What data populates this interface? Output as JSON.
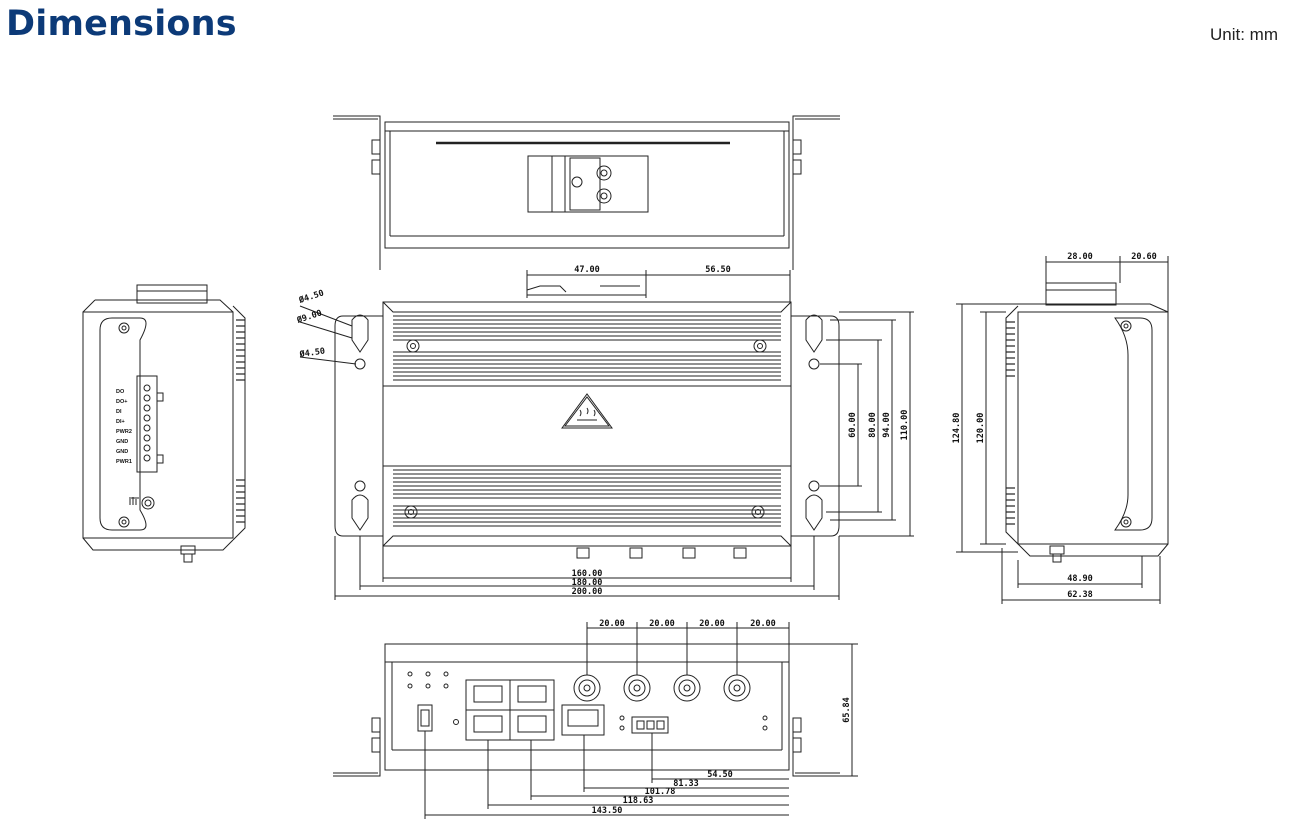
{
  "header": {
    "title": "Dimensions",
    "unit": "Unit: mm"
  },
  "front_view": {
    "hole_labels": [
      "Ø4.50",
      "Ø9.00",
      "Ø4.50"
    ],
    "top_dims": [
      "47.00",
      "56.50"
    ],
    "bottom_dims": [
      "160.00",
      "180.00",
      "200.00"
    ],
    "right_dims": [
      "60.00",
      "80.00",
      "94.00",
      "110.00"
    ]
  },
  "side_left_view": {
    "terminal_labels": [
      "DO",
      "DO+",
      "DI",
      "DI+",
      "PWR2",
      "GND",
      "GND",
      "PWR1"
    ]
  },
  "side_right_view": {
    "top_dims": [
      "28.00",
      "20.60"
    ],
    "left_dims": [
      "124.80",
      "120.00"
    ],
    "bottom_dims": [
      "48.90",
      "62.38"
    ]
  },
  "bottom_view": {
    "top_dims": [
      "20.00",
      "20.00",
      "20.00",
      "20.00"
    ],
    "right_dim": "65.84",
    "bottom_dims": [
      "54.50",
      "81.33",
      "101.78",
      "118.63",
      "143.50"
    ]
  }
}
